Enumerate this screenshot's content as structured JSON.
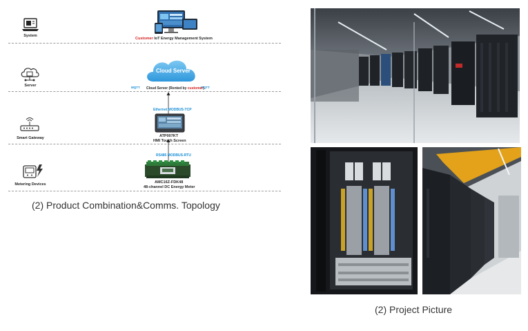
{
  "topology": {
    "layers": {
      "system": "System",
      "server": "Server",
      "gateway": "Smart Gateway",
      "metering": "Metering Devices"
    },
    "system_text_red": "Customer",
    "system_text_rest": " IoT Energy Management System",
    "cloud_label": "Cloud Server",
    "cloud_caption_prefix": "Cloud Server (Rented by ",
    "cloud_caption_red": "customer",
    "cloud_caption_suffix": ")",
    "mqtt_left": "MQTT",
    "mqtt_right": "MQTT",
    "link_top": "Ethernet  MODBUS-TCP",
    "hmi_model": "ATP007KT",
    "hmi_desc": "HMI Touch Screen",
    "link_bottom": "RS485  MODBUS-RTU",
    "meter_model": "AMC16Z-FDK48",
    "meter_desc": "48-channel DC Energy Meter",
    "caption": "(2) Product Combination&Comms. Topology"
  },
  "photos": {
    "caption": "(2) Project Picture"
  },
  "colors": {
    "accent_blue": "#1a8fd6",
    "accent_red": "#d42020",
    "cloud_blue": "#3aa9e6",
    "cabinet_dark": "#1c1f24",
    "cable_orange": "#e3a21a"
  },
  "icons": [
    "laptop-icon",
    "monitor-icon",
    "cloud-server-icon",
    "router-icon",
    "hmi-screen-icon",
    "meter-icon",
    "energy-meter-device-icon"
  ]
}
